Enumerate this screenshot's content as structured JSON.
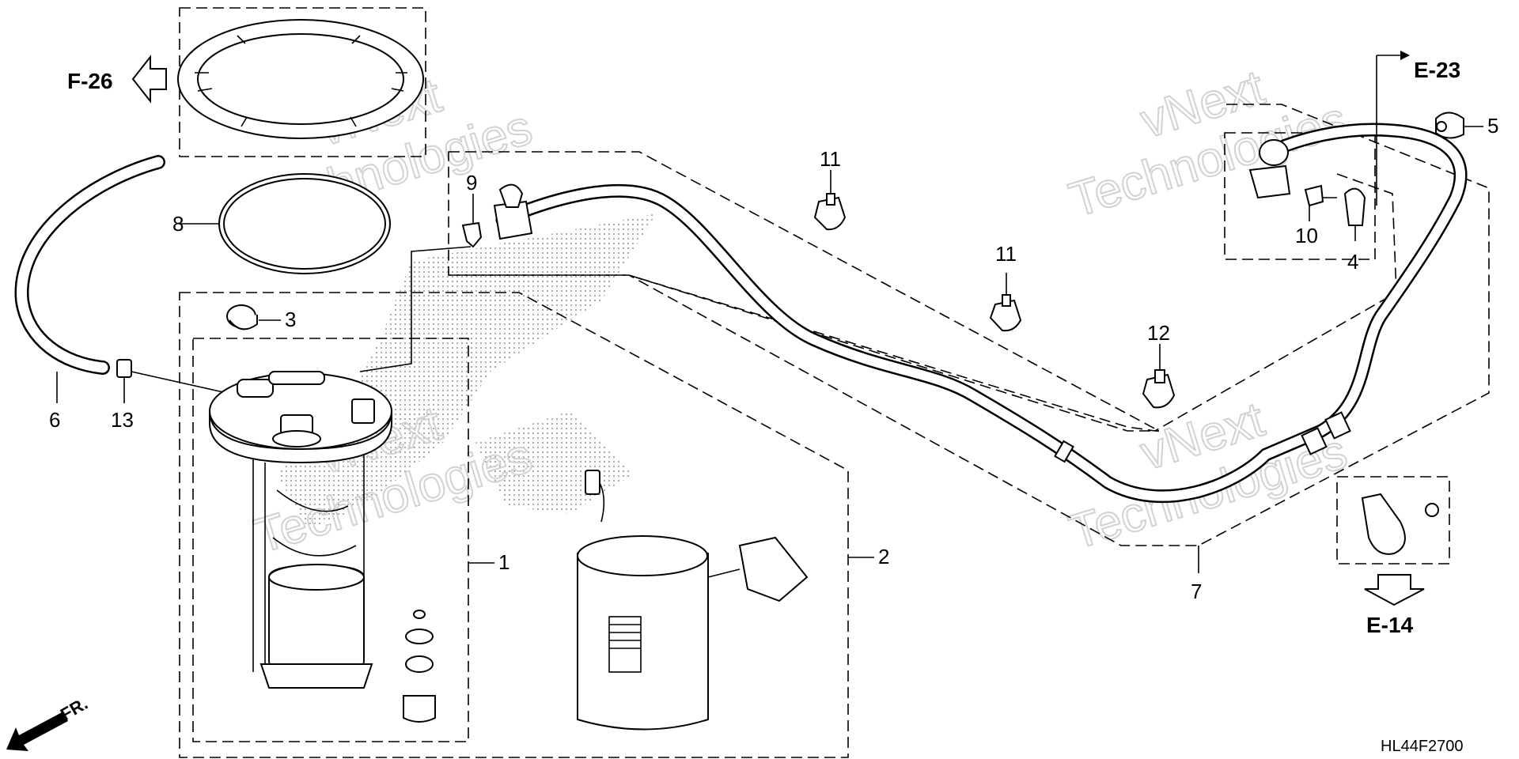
{
  "watermark": {
    "line1": "vNext",
    "line2": "Technologies"
  },
  "diagram_code": "HL44F2700",
  "direction_label": "FR.",
  "references": [
    {
      "id": "ref-f26",
      "label": "F-26"
    },
    {
      "id": "ref-e23",
      "label": "E-23"
    },
    {
      "id": "ref-e14",
      "label": "E-14"
    }
  ],
  "callouts": [
    {
      "id": "1",
      "label": "1"
    },
    {
      "id": "2",
      "label": "2"
    },
    {
      "id": "3",
      "label": "3"
    },
    {
      "id": "4",
      "label": "4"
    },
    {
      "id": "5",
      "label": "5"
    },
    {
      "id": "6",
      "label": "6"
    },
    {
      "id": "7",
      "label": "7"
    },
    {
      "id": "8",
      "label": "8"
    },
    {
      "id": "9",
      "label": "9"
    },
    {
      "id": "10",
      "label": "10"
    },
    {
      "id": "11a",
      "label": "11"
    },
    {
      "id": "11b",
      "label": "11"
    },
    {
      "id": "12",
      "label": "12"
    },
    {
      "id": "13",
      "label": "13"
    }
  ]
}
